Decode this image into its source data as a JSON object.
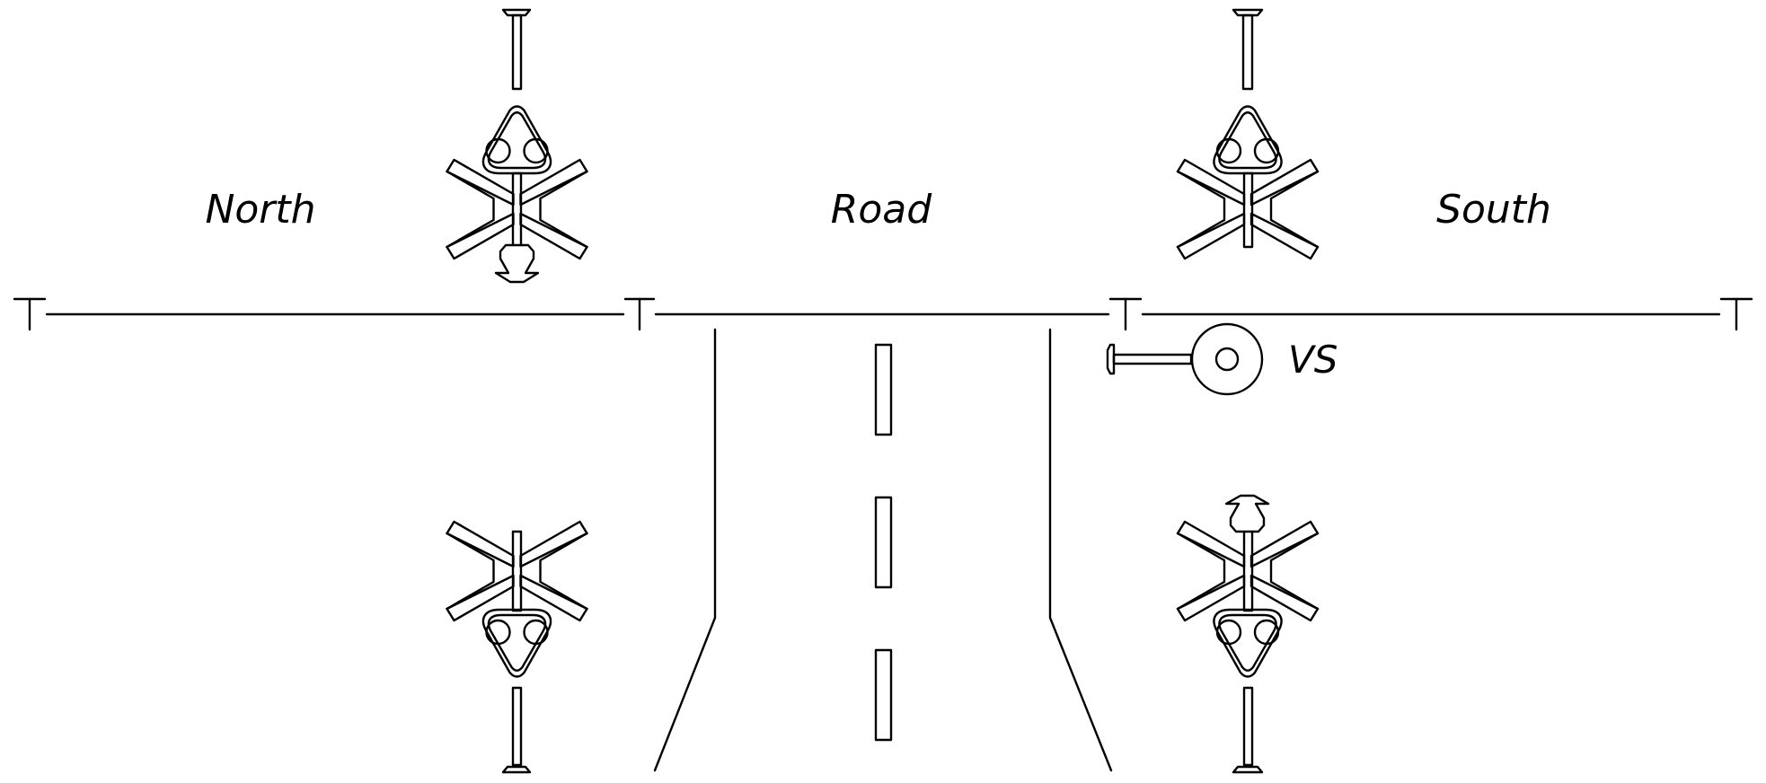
{
  "labels": {
    "north": "North",
    "road": "Road",
    "south": "South",
    "vs": "VS"
  },
  "colors": {
    "line": "#000000",
    "background": "#ffffff"
  },
  "icons": [
    "track-circuit-insulated-joint-icon",
    "crossing-signal-icon",
    "crossbuck-icon",
    "gate-arm-icon",
    "vehicle-sensor-icon",
    "road-centerline-dash-icon"
  ]
}
